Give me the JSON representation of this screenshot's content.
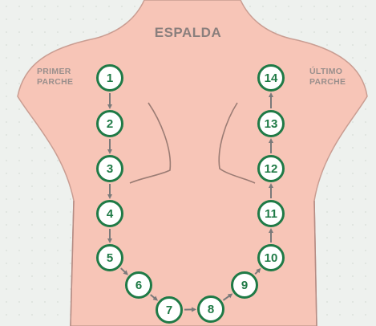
{
  "title": "ESPALDA",
  "first_label": [
    "PRIMER",
    "PARCHE"
  ],
  "last_label": [
    "ÚLTIMO",
    "PARCHE"
  ],
  "patches": [
    "1",
    "2",
    "3",
    "4",
    "5",
    "6",
    "7",
    "8",
    "9",
    "10",
    "11",
    "12",
    "13",
    "14"
  ],
  "colors": {
    "skin": "#f7c5b7",
    "outline": "#9b7c74",
    "badge_border": "#1f7a46",
    "arrow": "#7a7a7a",
    "background": "#eef1ee"
  }
}
